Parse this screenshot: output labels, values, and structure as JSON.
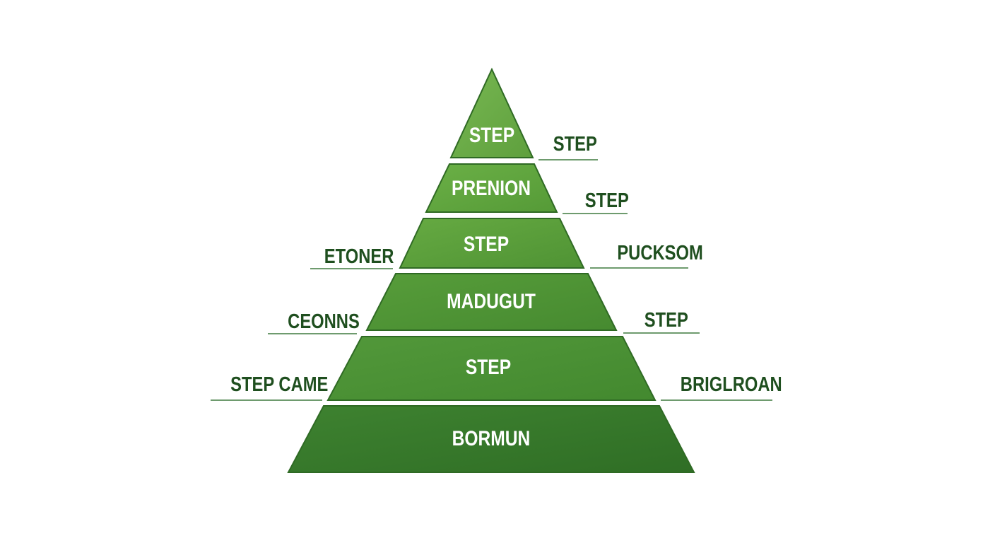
{
  "pyramid": {
    "colors": {
      "tier_top": "#6fb04a",
      "tier_upper": "#5fa23e",
      "tier_middle": "#4f9334",
      "tier_lower": "#458a30",
      "tier_bottom": "#37782a",
      "outline": "#2f6a24",
      "side_text": "#1f4f1f",
      "tier_text": "#ffffff"
    },
    "tiers": [
      {
        "label": "STEP"
      },
      {
        "label": "PRENION"
      },
      {
        "label": "STEP"
      },
      {
        "label": "MADUGUT"
      },
      {
        "label": "STEP"
      },
      {
        "label": "BORMUN"
      }
    ],
    "right_labels": [
      {
        "label": "STEP"
      },
      {
        "label": "STEP"
      },
      {
        "label": "PUCKSOM"
      },
      {
        "label": "STEP"
      },
      {
        "label": "BRIGLROAN"
      }
    ],
    "left_labels": [
      {
        "label": "ETONER"
      },
      {
        "label": "CEONNS"
      },
      {
        "label": "STEP CAME"
      }
    ]
  }
}
